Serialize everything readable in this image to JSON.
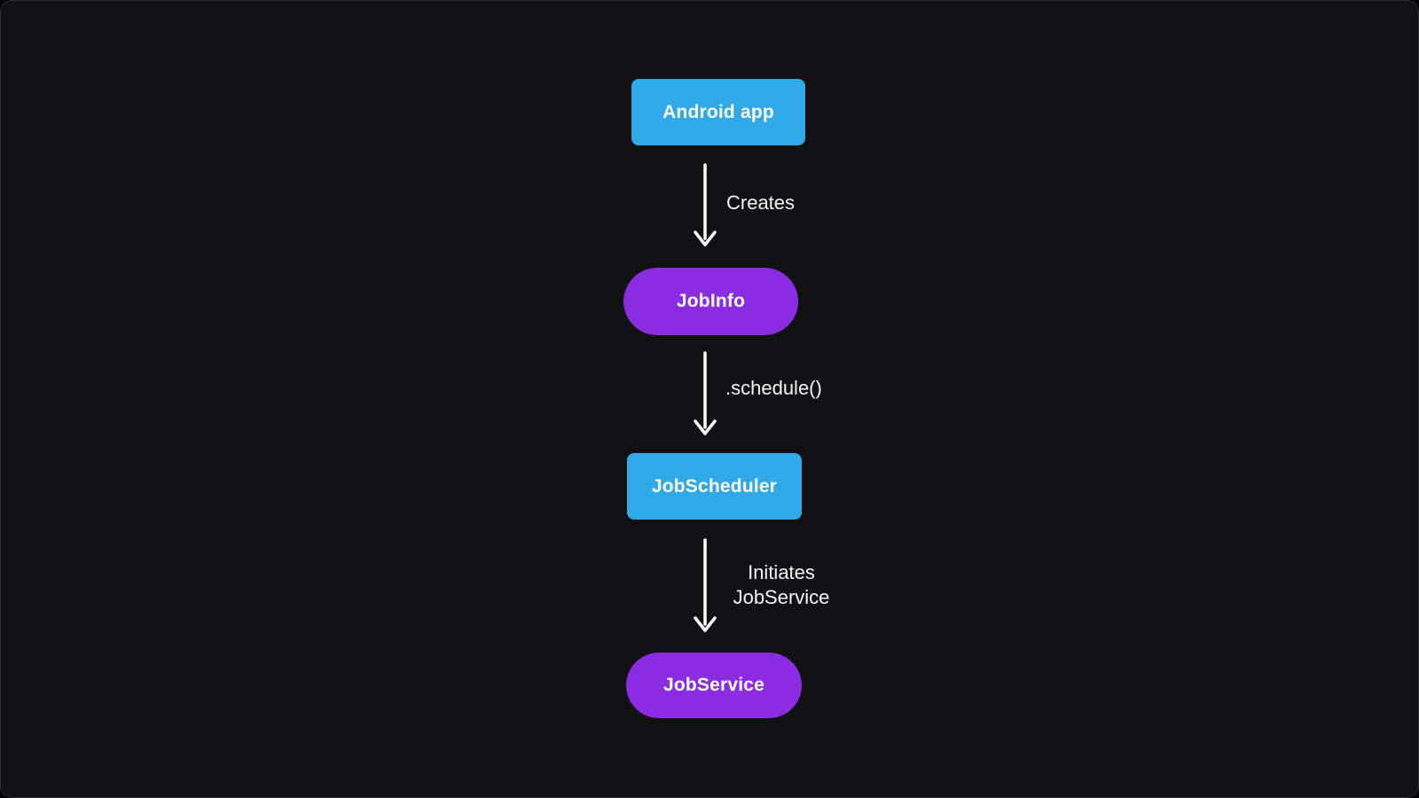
{
  "diagram": {
    "background": "#111114",
    "border_color": "#2b2c31",
    "arrow_color": "#ffffff",
    "text_color": "#ffffff",
    "node_colors": {
      "blue": "#2fa9e8",
      "purple": "#8b2be2"
    },
    "nodes": [
      {
        "id": "android-app",
        "label": "Android app",
        "shape": "rounded-rect",
        "color": "#2fa9e8"
      },
      {
        "id": "job-info",
        "label": "JobInfo",
        "shape": "pill",
        "color": "#8b2be2"
      },
      {
        "id": "job-scheduler",
        "label": "JobScheduler",
        "shape": "rounded-rect",
        "color": "#2fa9e8"
      },
      {
        "id": "job-service",
        "label": "JobService",
        "shape": "pill",
        "color": "#8b2be2"
      }
    ],
    "edges": [
      {
        "from": "Android app",
        "to": "JobInfo",
        "label": "Creates"
      },
      {
        "from": "JobInfo",
        "to": "JobScheduler",
        "label": ".schedule()"
      },
      {
        "from": "JobScheduler",
        "to": "JobService",
        "label": "Initiates\nJobService"
      }
    ]
  }
}
